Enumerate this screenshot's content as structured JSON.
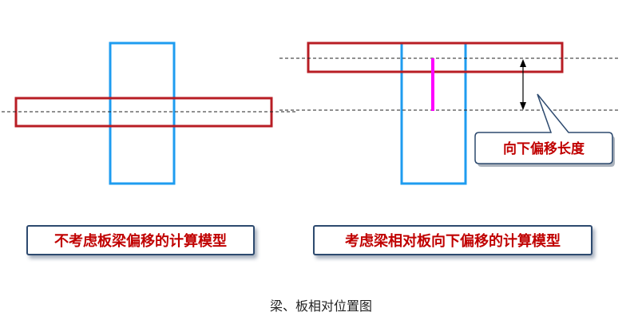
{
  "callout": {
    "text": "向下偏移长度"
  },
  "labels": {
    "left": "不考虑板梁偏移的计算模型",
    "right": "考虑梁相对板向下偏移的计算模型"
  },
  "caption": "梁、板相对位置图",
  "colors": {
    "beam": "#1e9cf0",
    "slab": "#b81d24",
    "offset": "#ff00ff",
    "label_text": "#c00000",
    "box_border": "#2d4a6f"
  }
}
